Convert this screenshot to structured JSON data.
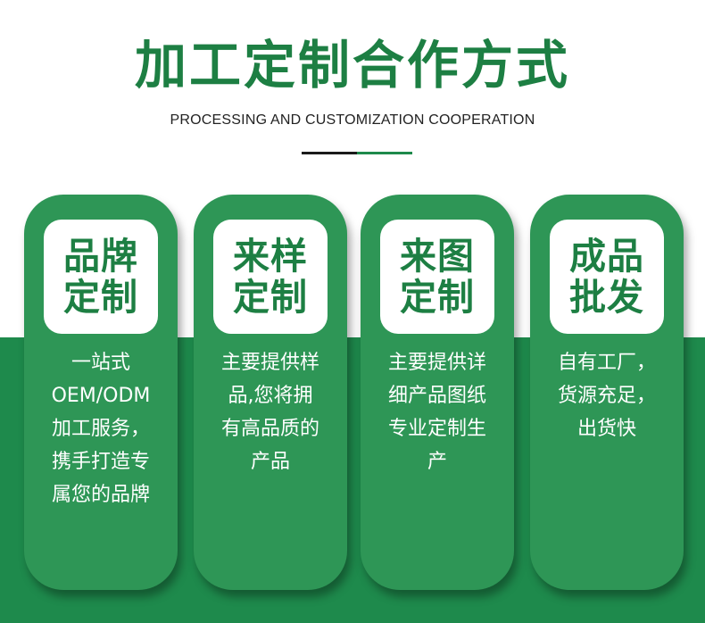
{
  "header": {
    "title": "加工定制合作方式",
    "subtitle": "PROCESSING AND CUSTOMIZATION COOPERATION"
  },
  "cards": [
    {
      "label_line1": "品牌",
      "label_line2": "定制",
      "description": "一站式\nOEM/ODM\n加工服务，\n携手打造专\n属您的品牌"
    },
    {
      "label_line1": "来样",
      "label_line2": "定制",
      "description": "主要提供样\n品,您将拥\n有高品质的\n产品"
    },
    {
      "label_line1": "来图",
      "label_line2": "定制",
      "description": "主要提供详\n细产品图纸\n专业定制生\n产"
    },
    {
      "label_line1": "成品",
      "label_line2": "批发",
      "description": "自有工厂，\n货源充足，\n出货快"
    }
  ],
  "colors": {
    "brand_green": "#1d7f43",
    "card_green": "#2e9656",
    "band_green": "#1e8a4c"
  }
}
